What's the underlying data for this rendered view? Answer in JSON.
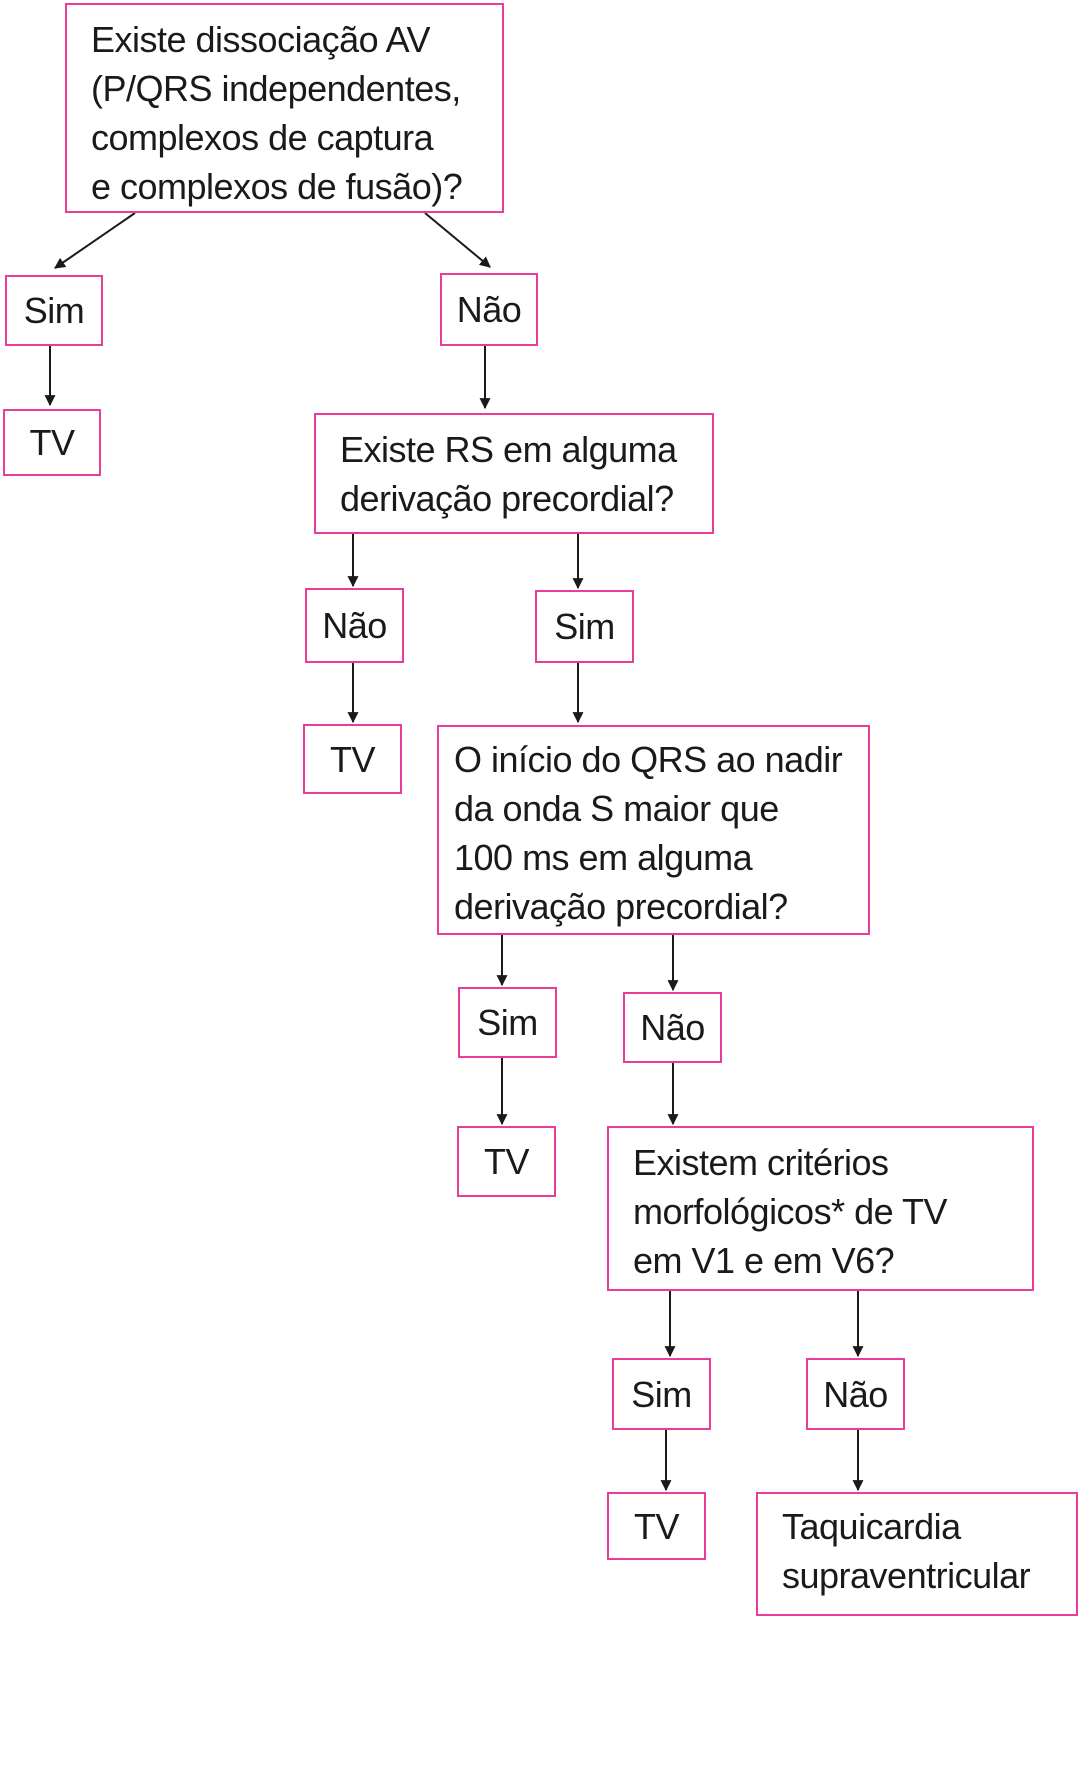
{
  "nodes": {
    "q1": "Existe dissociação AV\n(P/QRS independentes,\ncomplexos de captura\ne complexos de fusão)?",
    "q1_sim": "Sim",
    "q1_sim_tv": "TV",
    "q1_nao": "Não",
    "q2": "Existe RS em alguma\nderivação precordial?",
    "q2_nao": "Não",
    "q2_nao_tv": "TV",
    "q2_sim": "Sim",
    "q3": "O início do QRS ao nadir\nda onda S maior que\n100 ms em alguma\nderivação precordial?",
    "q3_sim": "Sim",
    "q3_sim_tv": "TV",
    "q3_nao": "Não",
    "q4": "Existem critérios\nmorfológicos* de TV\nem V1 e em V6?",
    "q4_sim": "Sim",
    "q4_sim_tv": "TV",
    "q4_nao": "Não",
    "q4_nao_result": "Taquicardia\nsupraventricular"
  },
  "colors": {
    "box_border": "#e83e9a",
    "arrow": "#1a1a1a",
    "text": "#1a1a1a"
  }
}
